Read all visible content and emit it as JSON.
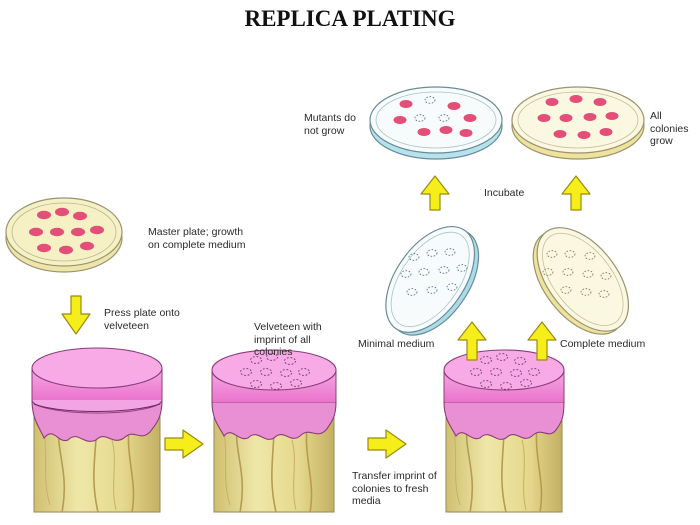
{
  "title": "REPLICA PLATING",
  "labels": {
    "master_plate": "Master plate; growth on complete medium",
    "press_plate": "Press plate onto velveteen",
    "velveteen_imprint": "Velveteen with imprint of all colonies",
    "transfer": "Transfer imprint of colonies to fresh media",
    "minimal_medium": "Minimal medium",
    "complete_medium": "Complete medium",
    "incubate": "Incubate",
    "mutants": "Mutants do not grow",
    "all_colonies": "All colonies grow"
  },
  "colors": {
    "velveteen": "#f08ad8",
    "wood": "#e9df9a",
    "colony": "#e34f78",
    "complete_agar": "#f6f1c4",
    "minimal_agar": "#c3e9f1",
    "arrow_fill": "#f6ee1a",
    "arrow_stroke": "#9a8a12"
  }
}
